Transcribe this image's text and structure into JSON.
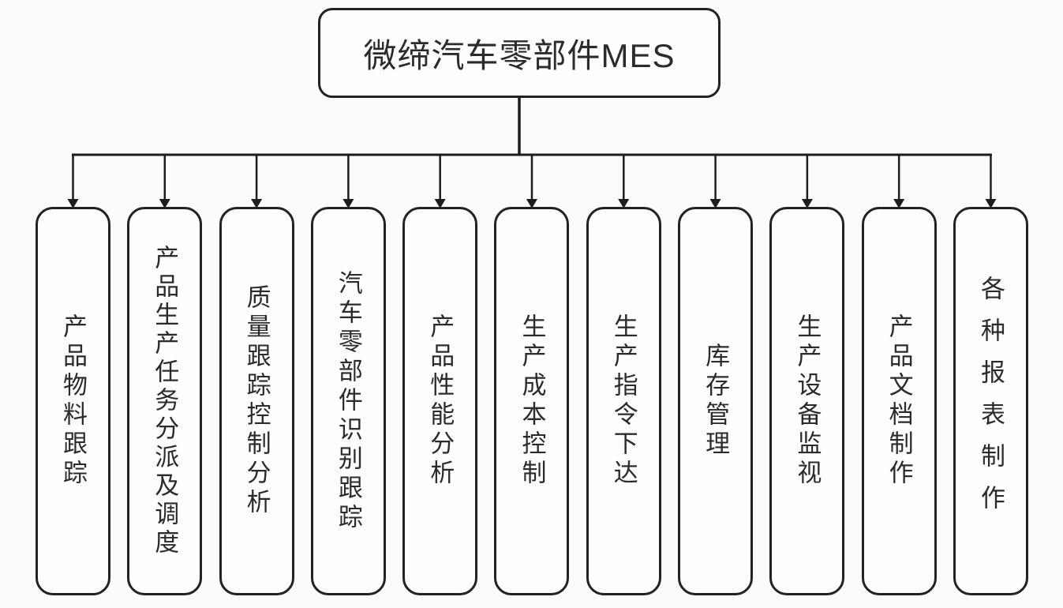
{
  "colors": {
    "line": "#1d1d1d",
    "box_border": "#222222",
    "box_bg": "#fefefe",
    "text": "#2b2b2b",
    "background": "#fbfbfb"
  },
  "diagram": {
    "type": "tree",
    "root": {
      "label": "微缔汽车零部件MES"
    },
    "children": [
      {
        "label": "产品物料跟踪"
      },
      {
        "label": "产品生产任务分派及调度"
      },
      {
        "label": "质量跟踪控制分析"
      },
      {
        "label": "汽车零部件识别跟踪"
      },
      {
        "label": "产品性能分析"
      },
      {
        "label": "生产成本控制"
      },
      {
        "label": "生产指令下达"
      },
      {
        "label": "库存管理"
      },
      {
        "label": "生产设备监视"
      },
      {
        "label": "产品文档制作"
      },
      {
        "label": "各种报表制作"
      }
    ]
  }
}
